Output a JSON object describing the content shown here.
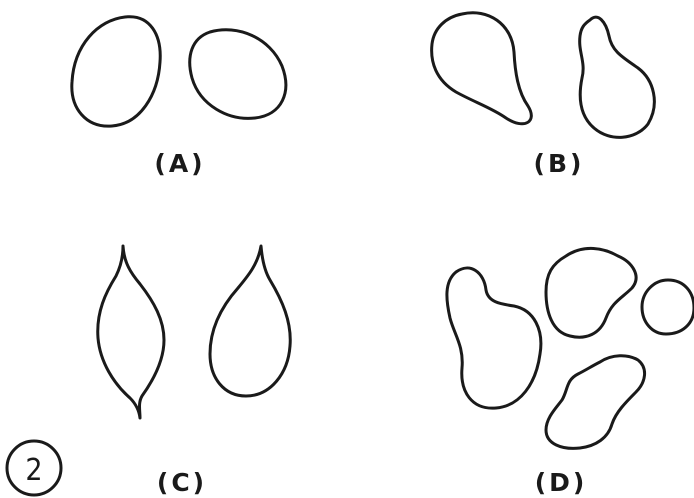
{
  "figure": {
    "number": "2",
    "panels": [
      {
        "id": "A",
        "label": "(A)"
      },
      {
        "id": "B",
        "label": "(B)"
      },
      {
        "id": "C",
        "label": "(C)"
      },
      {
        "id": "D",
        "label": "(D)"
      }
    ]
  }
}
